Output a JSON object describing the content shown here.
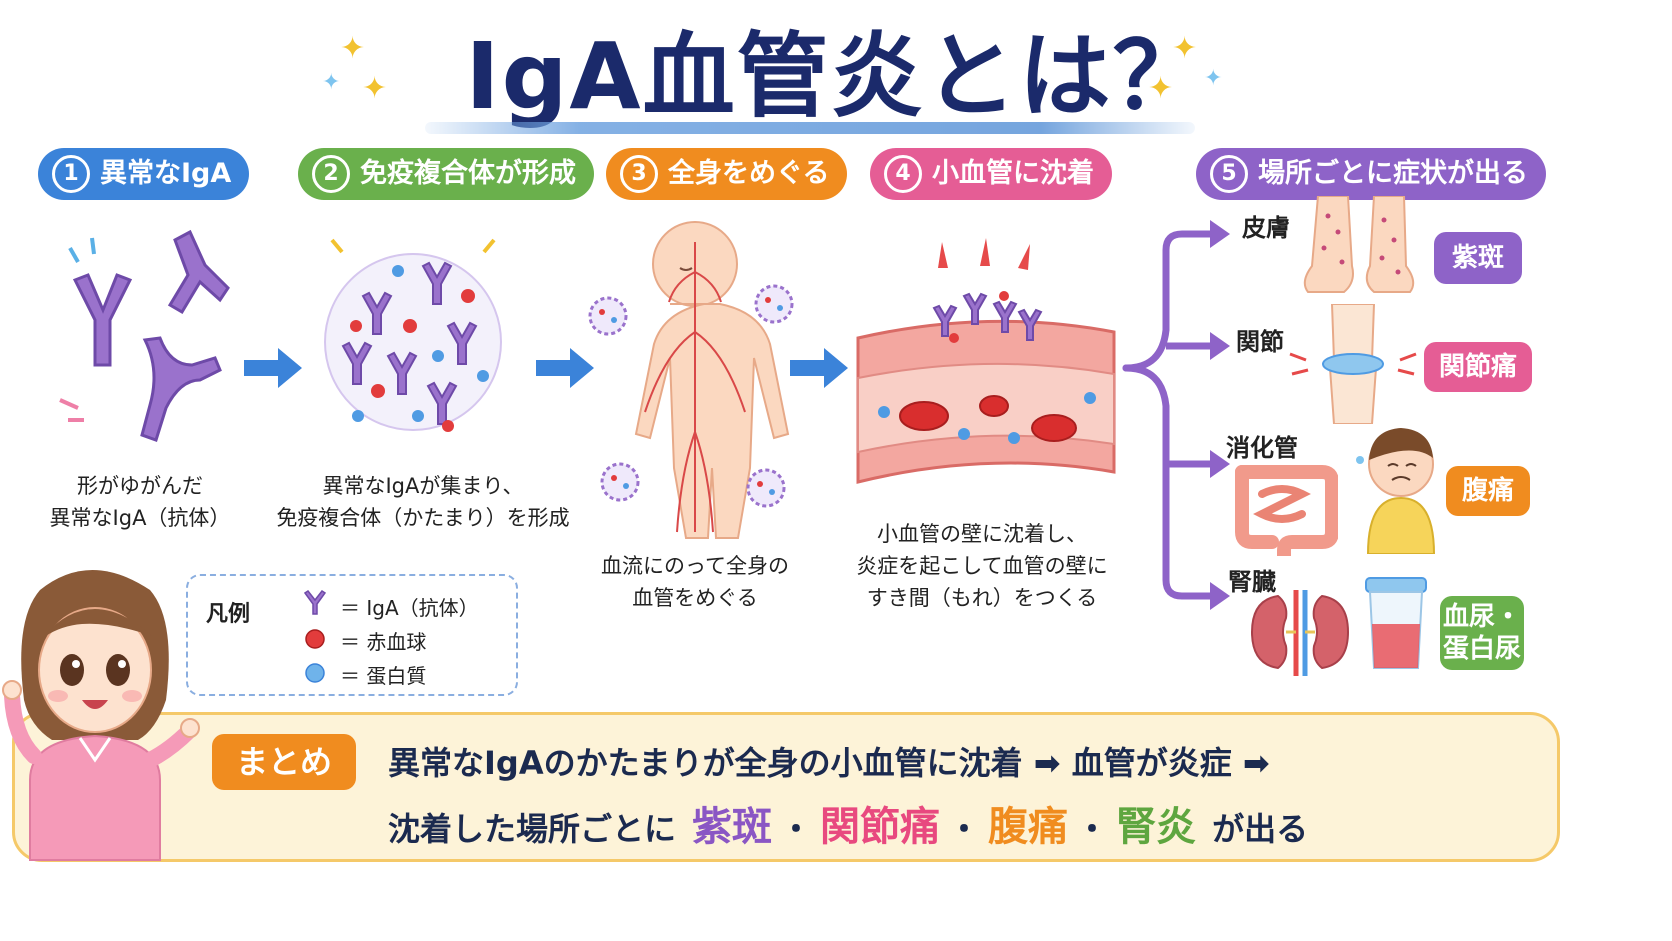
{
  "title": "IgA血管炎とは？",
  "steps": [
    {
      "num": "1",
      "label": "異常なIgA",
      "caption": [
        "形がゆがんだ",
        "異常なIgA（抗体）"
      ],
      "color": "#3b83d9"
    },
    {
      "num": "2",
      "label": "免疫複合体が形成",
      "caption": [
        "異常なIgAが集まり、",
        "免疫複合体（かたまり）を形成"
      ],
      "color": "#6ab04c"
    },
    {
      "num": "3",
      "label": "全身をめぐる",
      "caption": [
        "血流にのって全身の",
        "血管をめぐる"
      ],
      "color": "#f08c1f"
    },
    {
      "num": "4",
      "label": "小血管に沈着",
      "caption": [
        "小血管の壁に沈着し、",
        "炎症を起こして血管の壁に",
        "すき間（もれ）をつくる"
      ],
      "color": "#e55d95"
    },
    {
      "num": "5",
      "label": "場所ごとに症状が出る",
      "color": "#8e63c8"
    }
  ],
  "organs": [
    {
      "name": "皮膚",
      "symptom": "紫斑",
      "color": "#8e63c8"
    },
    {
      "name": "関節",
      "symptom": "関節痛",
      "color": "#e55d95"
    },
    {
      "name": "消化管",
      "symptom": "腹痛",
      "color": "#f08c1f"
    },
    {
      "name": "腎臓",
      "symptom": "血尿・\n蛋白尿",
      "symptom_lines": [
        "血尿・",
        "蛋白尿"
      ],
      "color": "#6ab04c"
    }
  ],
  "legend": {
    "title": "凡例",
    "items": [
      {
        "label": "＝ IgA（抗体）",
        "icon": "antibody-icon"
      },
      {
        "label": "＝ 赤血球",
        "icon": "red-cell-icon"
      },
      {
        "label": "＝ 蛋白質",
        "icon": "protein-icon"
      }
    ]
  },
  "summary": {
    "tag": "まとめ",
    "line1": "異常なIgAのかたまりが全身の小血管に沈着 ➡ 血管が炎症 ➡",
    "line2_prefix": "沈着した場所ごとに",
    "line2_items": [
      "紫斑",
      "関節痛",
      "腹痛",
      "腎炎"
    ],
    "dot": "・",
    "line2_suffix": "が出る"
  }
}
